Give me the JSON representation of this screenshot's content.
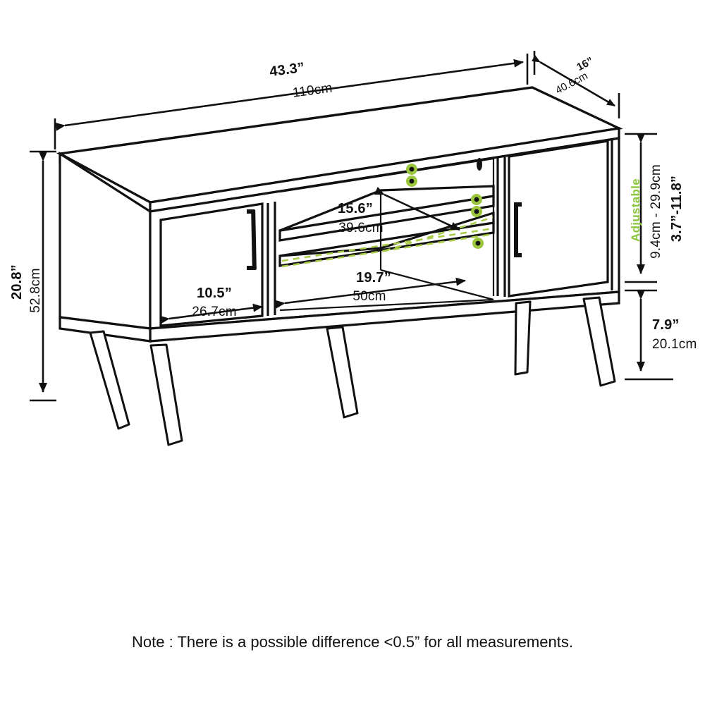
{
  "diagram": {
    "title": "TV Stand Dimension Diagram",
    "product": "mid-century modern tv stand with two doors and center open shelf",
    "units": {
      "primary": "inch",
      "secondary": "centimeter"
    },
    "accent_color": "#8cc63e",
    "line_color": "#111111",
    "background": "#ffffff"
  },
  "dimensions": {
    "width": {
      "name": "overall-width",
      "inch": "43.3”",
      "cm": "110cm"
    },
    "depth": {
      "name": "overall-depth",
      "inch": "16”",
      "cm": "40.6cm"
    },
    "height": {
      "name": "overall-height",
      "inch": "20.8”",
      "cm": "52.8cm"
    },
    "door_width": {
      "name": "left-door-width",
      "inch": "10.5”",
      "cm": "26.7cm"
    },
    "upper_shelf": {
      "name": "upper-center-shelf-width",
      "inch": "15.6”",
      "cm": "39.6cm"
    },
    "lower_shelf": {
      "name": "lower-center-shelf-width",
      "inch": "19.7”",
      "cm": "50cm"
    },
    "adjustable": {
      "name": "adjustable-shelf-clearance",
      "inch": "3.7”-11.8”",
      "cm": "9.4cm - 29.9cm",
      "label": "Adjustable"
    },
    "leg_height": {
      "name": "leg-height",
      "inch": "7.9”",
      "cm": "20.1cm"
    }
  },
  "note": {
    "text": "Note : There is a possible difference <0.5” for all measurements."
  }
}
